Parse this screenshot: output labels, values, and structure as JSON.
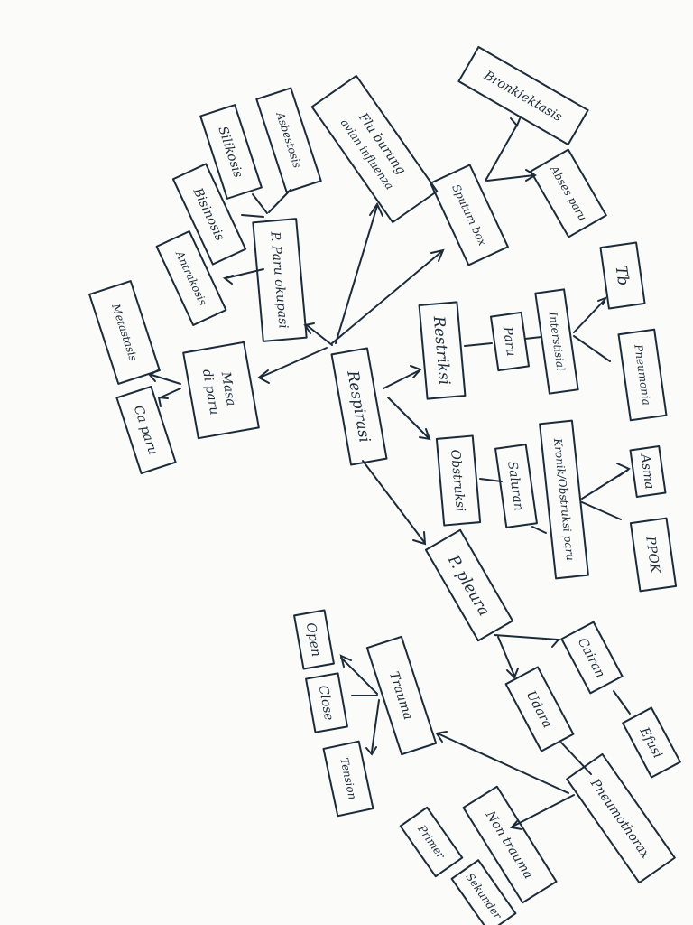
{
  "diagram": {
    "type": "handwritten-mind-map",
    "ink_color": "#1c2b3a",
    "paper_color": "#fbfbf9",
    "nodes": {
      "respirasi": "Respirasi",
      "restriksi": "Restriksi",
      "obstruksi": "Obstruksi",
      "p_pleura": "P. pleura",
      "paru": "Paru",
      "interstisial": "Interstisial",
      "tb": "Tb",
      "pneumonia": "Pneumonia",
      "saluran": "Saluran",
      "kronik": "Kronik/Obstruksi paru",
      "asma": "Asma",
      "ppok": "PPOK",
      "cairan": "Cairan",
      "efusi": "Efusi",
      "udara": "Udara",
      "pneumothorax": "Pneumothorax",
      "non_trauma": "Non trauma",
      "primer": "Primer",
      "sekunder": "Sekunder",
      "trauma": "Trauma",
      "open": "Open",
      "close": "Close",
      "tension": "Tension",
      "sputum_box": "Sputum box",
      "bronkiektasis": "Bronkiektasis",
      "abses_paru": "Abses paru",
      "flu_burung": "Flu burung",
      "avian": "avian influenza",
      "p_paru_okupasi": "P. Paru okupasi",
      "asbestosis": "Asbestosis",
      "silikosis": "Silikosis",
      "bisinosis": "Bisinosis",
      "antrakosis": "Antrakosis",
      "masa": "Masa",
      "depan": "di paru",
      "ca_paru": "Ca paru",
      "metastasis": "Metastasis"
    }
  }
}
